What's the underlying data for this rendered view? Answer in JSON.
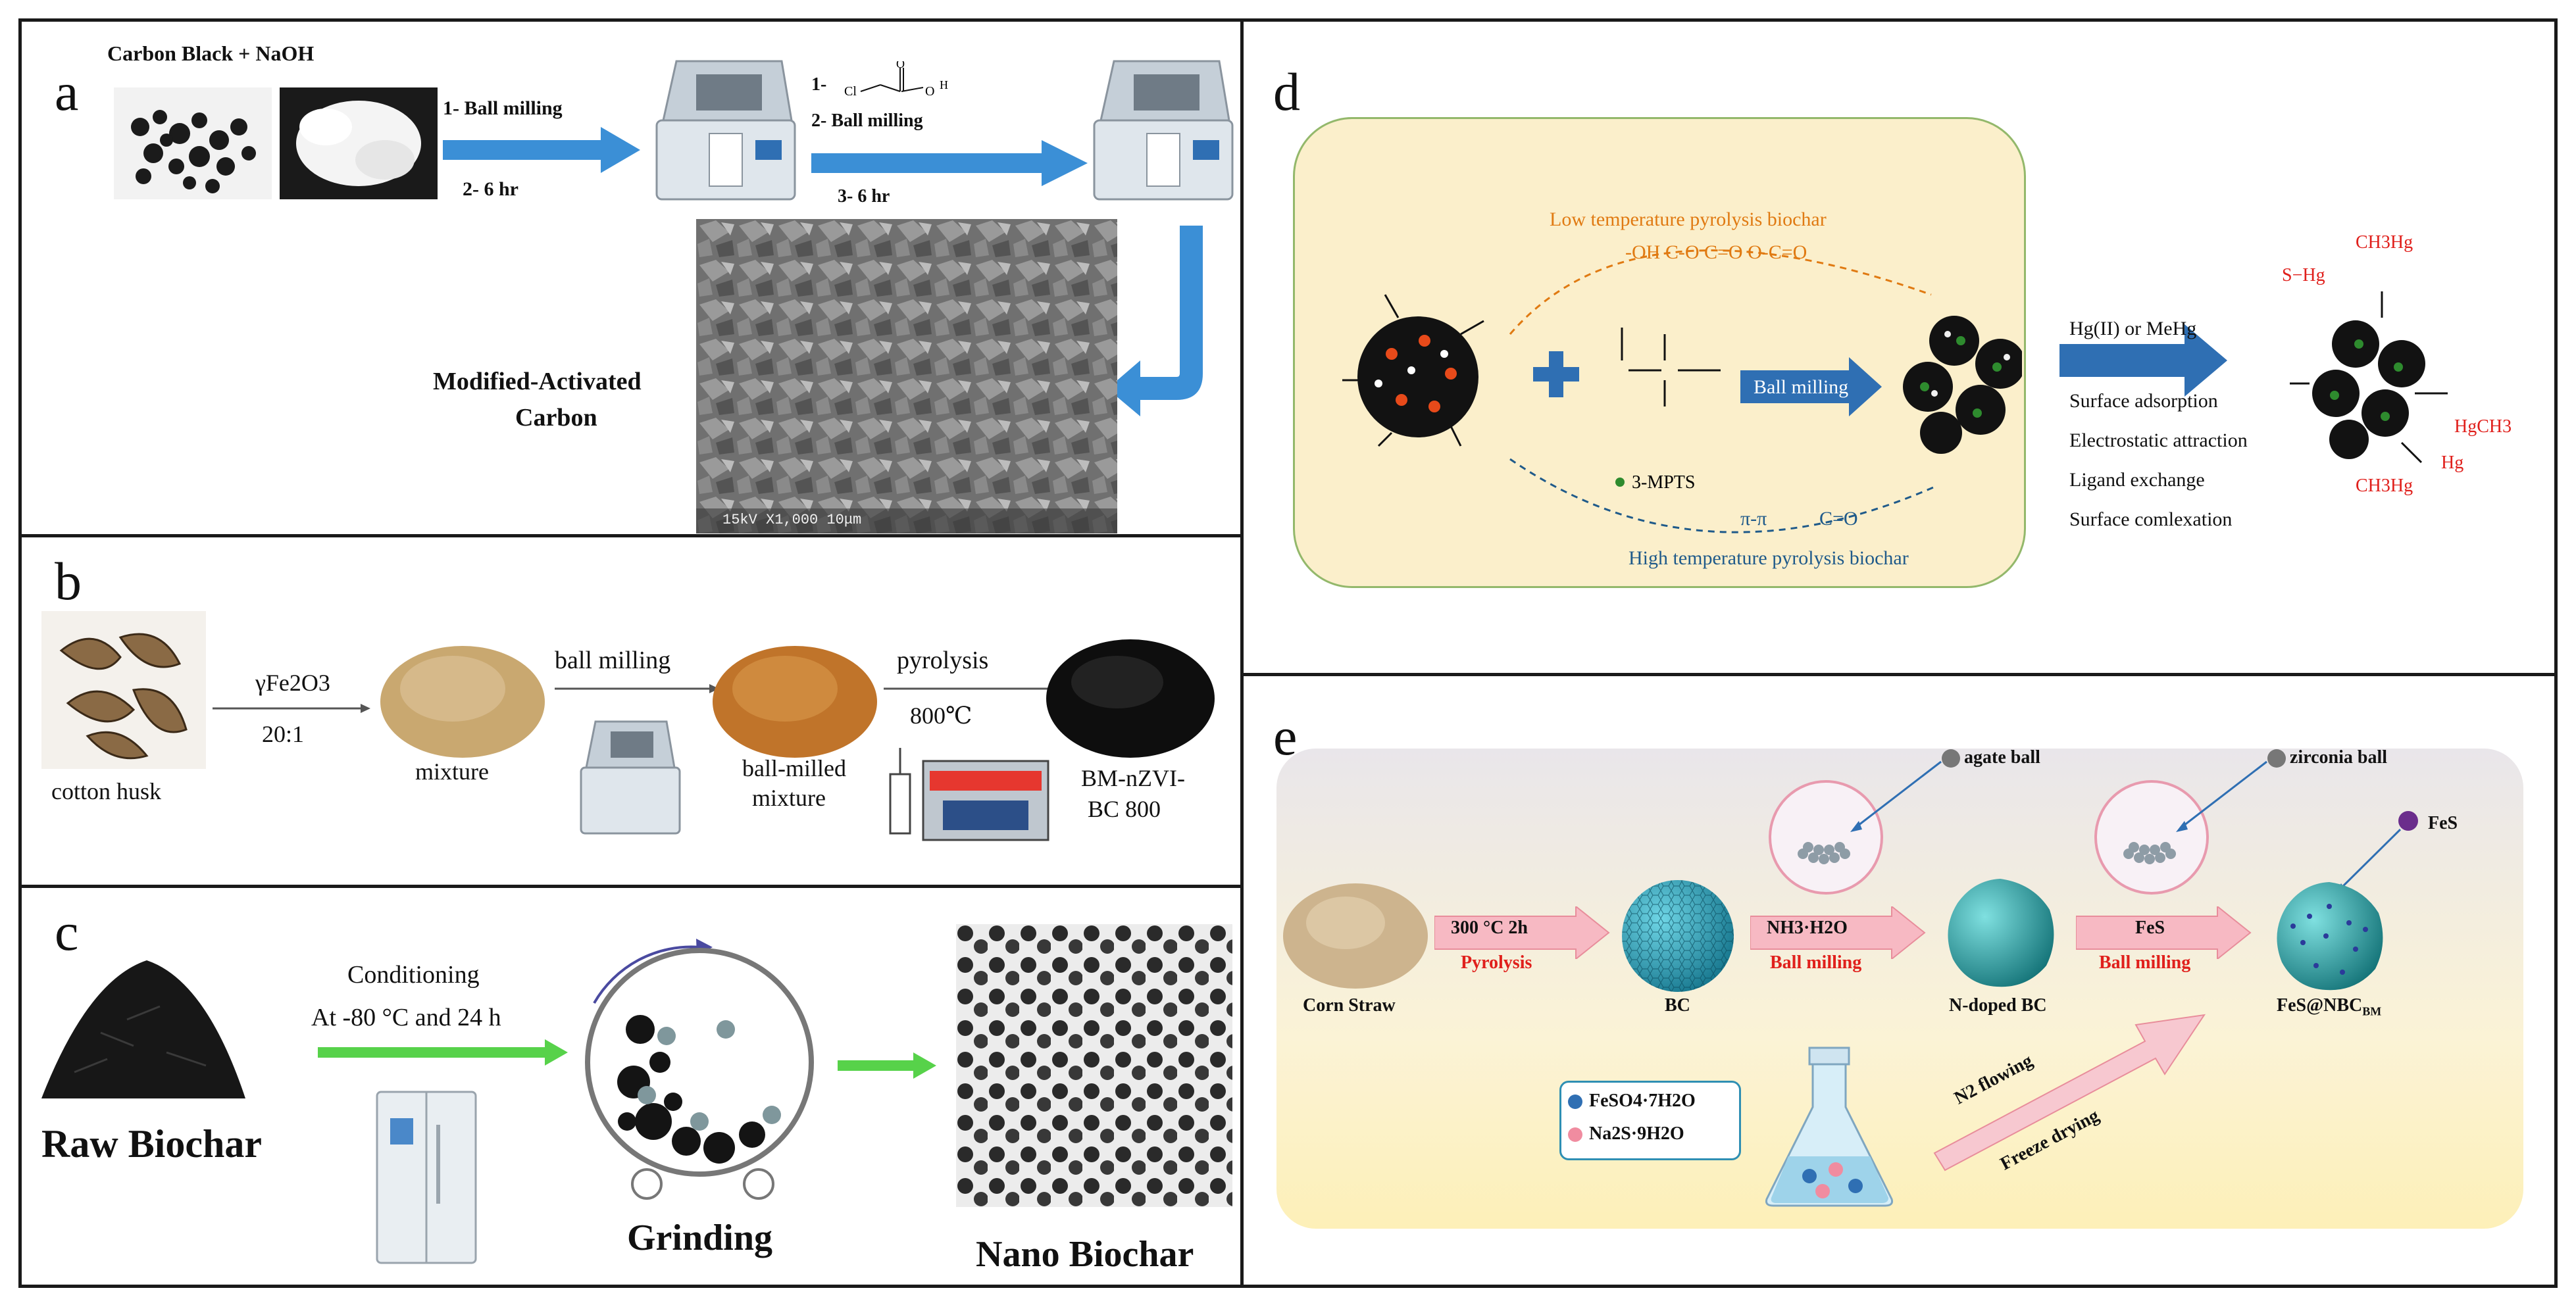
{
  "panels": {
    "a": {
      "label": "a",
      "title": "Carbon Black + NaOH",
      "step1_line1": "1- Ball milling",
      "step1_line2": "2- 6 hr",
      "step2_line1": "1-",
      "step2_line2": "2- Ball milling",
      "step2_line3": "3- 6 hr",
      "reagent_cl": "Cl",
      "reagent_o": "O",
      "reagent_oh": "O",
      "reagent_h": "H",
      "product_line1": "Modified-Activated",
      "product_line2": "Carbon",
      "sem_caption": "15kV  X1,000  10μm"
    },
    "b": {
      "label": "b",
      "raw": "cotton husk",
      "reagent_line1": "γFe2O3",
      "reagent_line2": "20:1",
      "mixture": "mixture",
      "step2": "ball milling",
      "ballmilled_line1": "ball-milled",
      "ballmilled_line2": "mixture",
      "step3_line1": "pyrolysis",
      "step3_line2": "800℃",
      "product_line1": "BM-nZVI-",
      "product_line2": "BC 800"
    },
    "c": {
      "label": "c",
      "raw": "Raw Biochar",
      "cond_line1": "Conditioning",
      "cond_line2": "At -80 °C and 24 h",
      "grinding": "Grinding",
      "product": "Nano Biochar"
    },
    "d": {
      "label": "d",
      "low_temp": "Low temperature pyrolysis biochar",
      "low_groups": "-OH C-O C=O O-C=O",
      "high_temp": "High temperature pyrolysis biochar",
      "pi_pi": "π-π",
      "c_eq_o": "C=O",
      "mpts": "3-MPTS",
      "ball_milling": "Ball milling",
      "hg_label": "Hg(II) or MeHg",
      "mech1": "Surface adsorption",
      "mech2": "Electrostatic attraction",
      "mech3": "Ligand exchange",
      "mech4": "Surface comlexation",
      "ch3hg_top": "CH3Hg",
      "s_hg": "S−Hg",
      "hgch3": "HgCH3",
      "hg": "Hg",
      "ch3hg_bottom": "CH3Hg"
    },
    "e": {
      "label": "e",
      "agate": "agate ball",
      "zirconia": "zirconia ball",
      "fes_ball": "FeS",
      "corn": "Corn Straw",
      "step1_top": "300 °C 2h",
      "step1_bottom": "Pyrolysis",
      "bc": "BC",
      "step2_top": "NH3·H2O",
      "step2_bottom": "Ball milling",
      "ndoped": "N-doped BC",
      "step3_top": "FeS",
      "step3_bottom": "Ball milling",
      "product": "FeS@NBC",
      "product_sub": "BM",
      "feso4": "FeSO4·7H2O",
      "na2s": "Na2S·9H2O",
      "n2": "N2 flowing",
      "freeze": "Freeze drying"
    }
  },
  "colors": {
    "blue_arrow": "#3b8fd6",
    "green_arrow": "#57d24a",
    "pink_arrow": "#f7b9c3",
    "red_text": "#e0201c",
    "orange_text": "#e07a12",
    "teal_text": "#1f5a8a"
  }
}
